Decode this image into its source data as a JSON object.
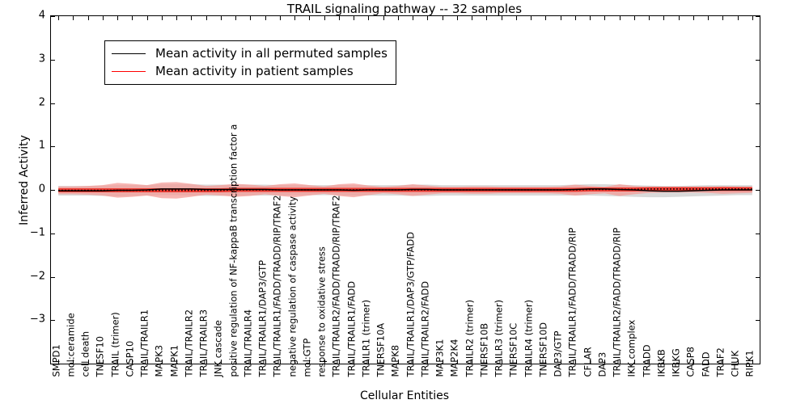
{
  "chart_data": {
    "type": "line",
    "title": "TRAIL signaling pathway -- 32 samples",
    "xlabel": "Cellular Entities",
    "ylabel": "Inferred Activity",
    "ylim": [
      -4,
      4
    ],
    "yticks": [
      4,
      3,
      2,
      1,
      0,
      -1,
      -2,
      -3
    ],
    "ytick_labels": [
      "4",
      "3",
      "2",
      "1",
      "0",
      "−1",
      "−2",
      "−3"
    ],
    "grid": false,
    "legend_position": "upper left",
    "legend": [
      {
        "label": "Mean activity in all permuted samples",
        "color": "#000000"
      },
      {
        "label": "Mean activity in patient samples",
        "color": "#ff0000"
      }
    ],
    "categories": [
      "SMPD1",
      "mol:ceramide",
      "cell death",
      "TNFSF10",
      "TRAIL (trimer)",
      "CASP10",
      "TRAIL/TRAILR1",
      "MAPK3",
      "MAPK1",
      "TRAIL/TRAILR2",
      "TRAIL/TRAILR3",
      "JNK cascade",
      "positive regulation of NF-kappaB transcription factor a",
      "TRAIL/TRAILR4",
      "TRAIL/TRAILR1/DAP3/GTP",
      "TRAIL/TRAILR1/FADD/TRADD/RIP/TRAF2",
      "negative regulation of caspase activity",
      "mol:GTP",
      "response to oxidative stress",
      "TRAIL/TRAILR2/FADD/TRADD/RIP/TRAF2",
      "TRAIL/TRAILR1/FADD",
      "TRAILR1 (trimer)",
      "TNFRSF10A",
      "MAPK8",
      "TRAIL/TRAILR1/DAP3/GTP/FADD",
      "TRAIL/TRAILR2/FADD",
      "MAP3K1",
      "MAP2K4",
      "TRAILR2 (trimer)",
      "TNFRSF10B",
      "TRAILR3 (trimer)",
      "TNFRSF10C",
      "TRAILR4 (trimer)",
      "TNFRSF10D",
      "DAP3/GTP",
      "TRAIL/TRAILR1/FADD/TRADD/RIP",
      "CFLAR",
      "DAP3",
      "TRAIL/TRAILR2/FADD/TRADD/RIP",
      "IKK complex",
      "TRADD",
      "IKBKB",
      "IKBKG",
      "CASP8",
      "FADD",
      "TRAF2",
      "CHUK",
      "RIPK1"
    ],
    "series": [
      {
        "name": "Mean activity in all permuted samples",
        "color": "#000000",
        "style": "solid",
        "band_color": "#cccccc",
        "values": [
          -0.02,
          -0.02,
          -0.02,
          -0.02,
          -0.01,
          -0.01,
          0.0,
          0.02,
          0.02,
          0.02,
          0.01,
          0.01,
          0.01,
          0.01,
          0.01,
          0.0,
          0.0,
          0.0,
          0.0,
          0.0,
          -0.01,
          0.0,
          0.0,
          0.0,
          0.01,
          0.01,
          0.0,
          0.0,
          0.0,
          0.0,
          0.0,
          0.0,
          0.0,
          0.0,
          0.0,
          0.01,
          0.02,
          0.02,
          0.01,
          0.0,
          -0.02,
          -0.03,
          -0.03,
          -0.02,
          -0.01,
          0.0,
          0.0,
          0.0
        ],
        "band_lower": [
          -0.13,
          -0.13,
          -0.13,
          -0.14,
          -0.15,
          -0.14,
          -0.13,
          -0.12,
          -0.12,
          -0.13,
          -0.14,
          -0.14,
          -0.13,
          -0.13,
          -0.13,
          -0.13,
          -0.12,
          -0.12,
          -0.12,
          -0.12,
          -0.13,
          -0.13,
          -0.13,
          -0.13,
          -0.14,
          -0.14,
          -0.13,
          -0.13,
          -0.13,
          -0.13,
          -0.13,
          -0.13,
          -0.13,
          -0.13,
          -0.13,
          -0.13,
          -0.13,
          -0.14,
          -0.15,
          -0.16,
          -0.17,
          -0.17,
          -0.16,
          -0.15,
          -0.14,
          -0.13,
          -0.12,
          -0.12
        ],
        "band_upper": [
          0.09,
          0.09,
          0.09,
          0.1,
          0.11,
          0.11,
          0.11,
          0.13,
          0.13,
          0.13,
          0.12,
          0.12,
          0.12,
          0.12,
          0.12,
          0.11,
          0.11,
          0.11,
          0.11,
          0.11,
          0.11,
          0.11,
          0.11,
          0.11,
          0.12,
          0.12,
          0.11,
          0.11,
          0.11,
          0.11,
          0.11,
          0.11,
          0.11,
          0.11,
          0.11,
          0.12,
          0.13,
          0.13,
          0.12,
          0.11,
          0.1,
          0.09,
          0.09,
          0.1,
          0.11,
          0.11,
          0.11,
          0.11
        ]
      },
      {
        "name": "Mean activity in patient samples",
        "color": "#ff0000",
        "style": "dotted",
        "band_color": "#f49a96",
        "values": [
          -0.01,
          -0.01,
          -0.01,
          -0.01,
          -0.01,
          -0.01,
          -0.01,
          -0.01,
          -0.01,
          -0.01,
          -0.01,
          -0.01,
          0.0,
          0.0,
          0.0,
          0.0,
          0.0,
          0.0,
          0.0,
          0.0,
          0.0,
          0.0,
          0.0,
          0.0,
          0.0,
          0.0,
          0.0,
          0.0,
          0.0,
          0.0,
          0.0,
          0.0,
          0.0,
          0.0,
          0.0,
          0.0,
          0.01,
          0.01,
          0.01,
          0.01,
          0.02,
          0.02,
          0.02,
          0.02,
          0.02,
          0.02,
          0.02,
          0.02
        ],
        "band_lower": [
          -0.1,
          -0.1,
          -0.11,
          -0.13,
          -0.18,
          -0.16,
          -0.13,
          -0.19,
          -0.2,
          -0.16,
          -0.11,
          -0.13,
          -0.16,
          -0.14,
          -0.1,
          -0.14,
          -0.17,
          -0.13,
          -0.09,
          -0.14,
          -0.17,
          -0.12,
          -0.08,
          -0.1,
          -0.14,
          -0.11,
          -0.08,
          -0.08,
          -0.09,
          -0.09,
          -0.08,
          -0.08,
          -0.08,
          -0.08,
          -0.09,
          -0.13,
          -0.1,
          -0.08,
          -0.14,
          -0.1,
          -0.07,
          -0.06,
          -0.06,
          -0.06,
          -0.07,
          -0.09,
          -0.08,
          -0.07
        ],
        "band_upper": [
          0.08,
          0.08,
          0.09,
          0.11,
          0.16,
          0.14,
          0.11,
          0.17,
          0.18,
          0.14,
          0.09,
          0.11,
          0.14,
          0.12,
          0.09,
          0.13,
          0.15,
          0.11,
          0.08,
          0.13,
          0.15,
          0.1,
          0.07,
          0.09,
          0.13,
          0.1,
          0.07,
          0.07,
          0.08,
          0.08,
          0.07,
          0.07,
          0.07,
          0.07,
          0.08,
          0.12,
          0.09,
          0.07,
          0.13,
          0.09,
          0.06,
          0.05,
          0.05,
          0.05,
          0.06,
          0.08,
          0.07,
          0.06
        ]
      }
    ]
  }
}
